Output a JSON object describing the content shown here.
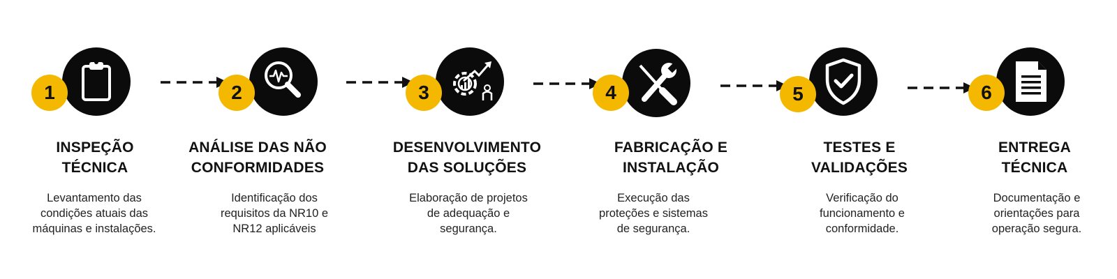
{
  "colors": {
    "accent": "#f5b800",
    "icon_bg": "#0b0b0b",
    "text": "#111111"
  },
  "steps": [
    {
      "number": "1",
      "title": "INSPEÇÃO\nTÉCNICA",
      "description": "Levantamento das\ncondições atuais das\nmáquinas e instalações.",
      "icon": "clipboard-icon"
    },
    {
      "number": "2",
      "title": "ANÁLISE DAS NÃO\nCONFORMIDADES",
      "description": "Identificação dos\nrequisitos da NR10 e\nNR12 aplicáveis",
      "icon": "magnifier-analysis-icon"
    },
    {
      "number": "3",
      "title": "DESENVOLVIMENTO\nDAS SOLUÇÕES",
      "description": "Elaboração de projetos\nde adequação e\nsegurança.",
      "icon": "gear-growth-icon"
    },
    {
      "number": "4",
      "title": "FABRICAÇÃO E\nINSTALAÇÃO",
      "description": "Execução das\nproteções e sistemas\nde segurança.",
      "icon": "tools-icon"
    },
    {
      "number": "5",
      "title": "TESTES E\nVALIDAÇÕES",
      "description": "Verificação do\nfuncionamento e\nconformidade.",
      "icon": "shield-check-icon"
    },
    {
      "number": "6",
      "title": "ENTREGA\nTÉCNICA",
      "description": "Documentação e\norientações para\noperação segura.",
      "icon": "document-icon"
    }
  ]
}
